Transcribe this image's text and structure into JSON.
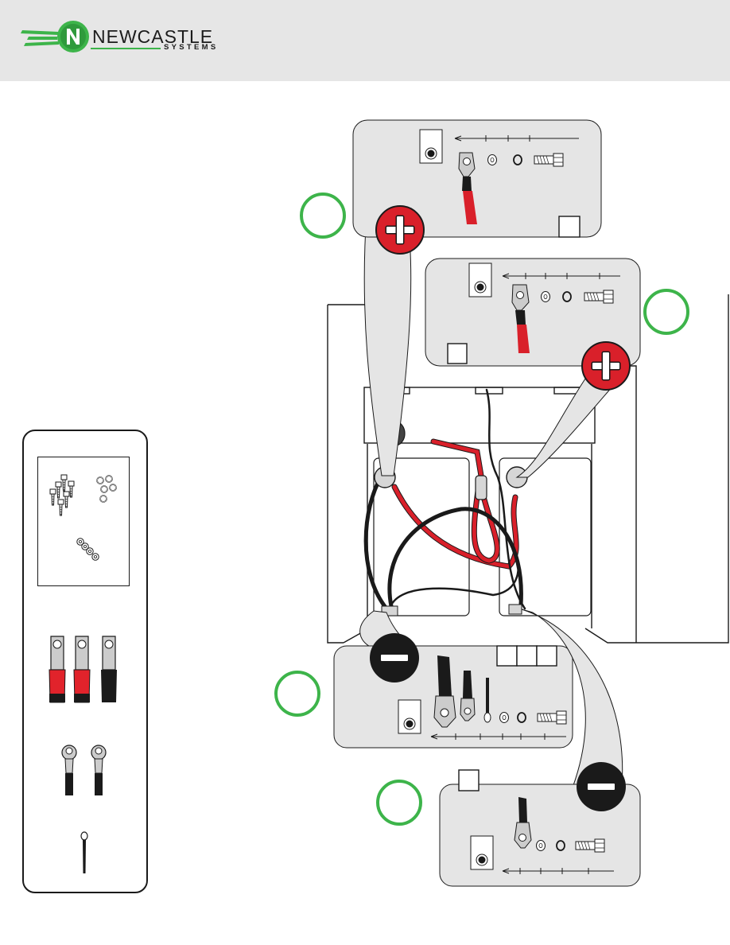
{
  "brand": {
    "name": "NEWCASTLE",
    "tagline": "SYSTEMS",
    "initial": "N",
    "colors": {
      "green": "#3db44a",
      "dark": "#1c1c1c",
      "header_bg": "#e6e6e6"
    }
  },
  "step_markers": {
    "color": "#3db44a",
    "count": 4
  },
  "terminal_signs": [
    {
      "icon": "plus-sign-icon",
      "color": "#d9202a"
    },
    {
      "icon": "plus-sign-icon",
      "color": "#d9202a"
    },
    {
      "icon": "minus-sign-icon",
      "color": "#1a1a1a"
    },
    {
      "icon": "minus-sign-icon",
      "color": "#1a1a1a"
    }
  ],
  "cable_colors": {
    "positive": "#d9202a",
    "negative": "#1a1a1a"
  },
  "parts_kit": {
    "hardware": [
      "bolt-icon",
      "lock-washer-icon",
      "flat-washer-icon"
    ],
    "red_lugs": 2,
    "black_lugs": 1,
    "ring_terminals": 2,
    "small_ring_terminal": 1
  }
}
